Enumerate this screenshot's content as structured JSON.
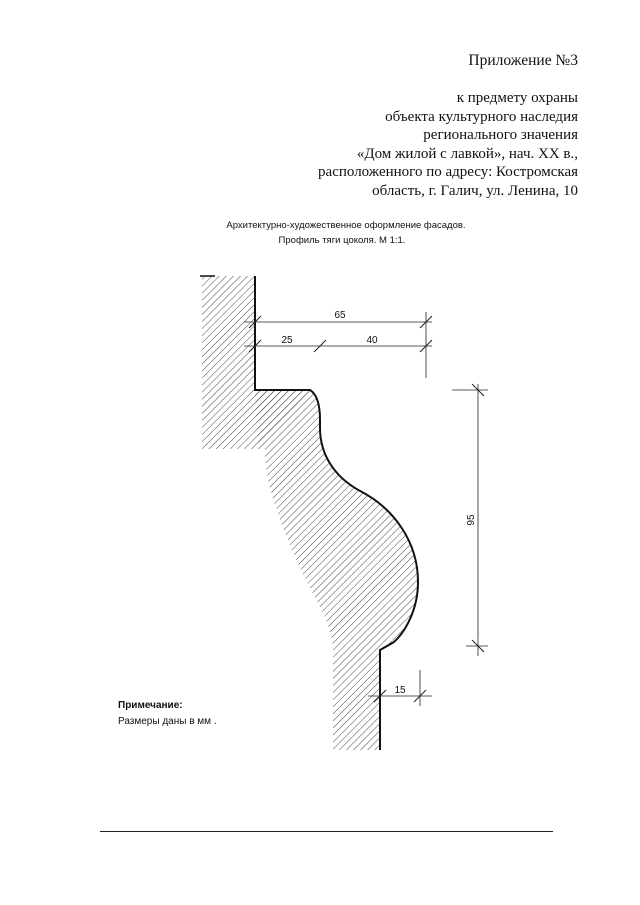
{
  "header": {
    "appendix": "Приложение №3",
    "subject_lines": [
      "к предмету охраны",
      "объекта культурного наследия",
      "регионального значения",
      "«Дом жилой с лавкой», нач. XX в.,",
      "расположенного по адресу: Костромская",
      "область, г. Галич,  ул. Ленина, 10"
    ]
  },
  "drawing": {
    "caption_line_1": "Архитектурно-художественное оформление фасадов.",
    "caption_line_2": "Профиль тяги цоколя. М 1:1.",
    "dimensions": {
      "total_projection": "65",
      "projection_upper": "25",
      "projection_lower": "40",
      "height": "95",
      "bottom_offset": "15"
    }
  },
  "note": {
    "heading": "Примечание:",
    "text": "Размеры даны в мм ."
  }
}
